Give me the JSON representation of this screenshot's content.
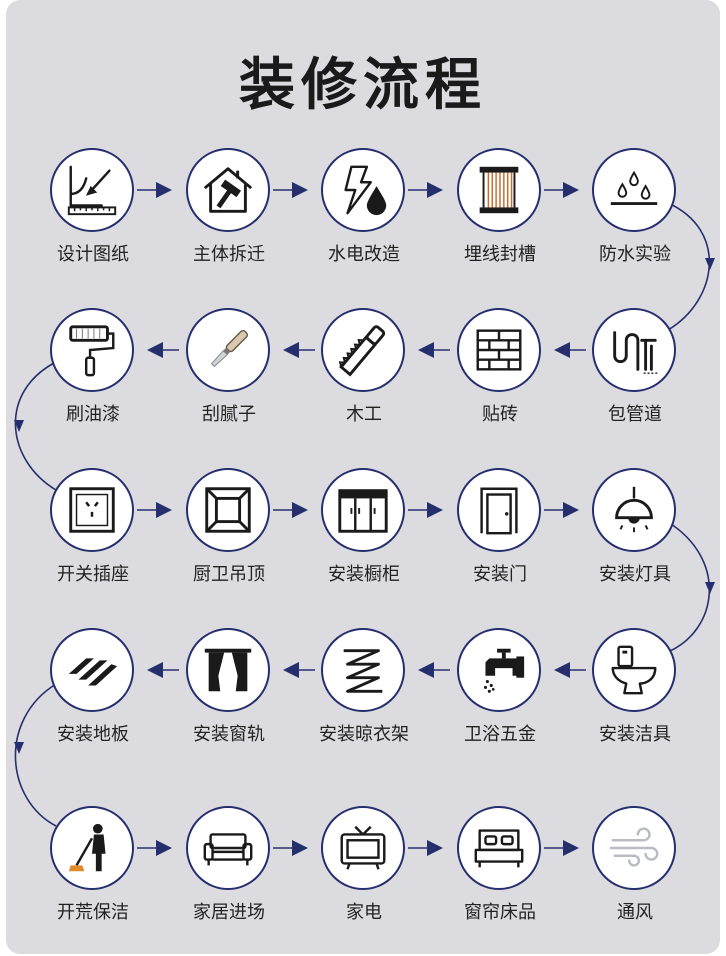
{
  "title": "装修流程",
  "colors": {
    "line": "#262f6e",
    "card": "#dcdce0",
    "circle_border": "#262f6e"
  },
  "steps": [
    {
      "label": "设计图纸",
      "icon": "design-drawing-icon"
    },
    {
      "label": "主体拆迁",
      "icon": "house-hammer-icon"
    },
    {
      "label": "水电改造",
      "icon": "water-electric-icon"
    },
    {
      "label": "埋线封槽",
      "icon": "wire-spool-icon"
    },
    {
      "label": "防水实验",
      "icon": "waterproof-drops-icon"
    },
    {
      "label": "包管道",
      "icon": "pipe-icon"
    },
    {
      "label": "贴砖",
      "icon": "brick-wall-icon"
    },
    {
      "label": "木工",
      "icon": "saw-icon"
    },
    {
      "label": "刮腻子",
      "icon": "chisel-icon"
    },
    {
      "label": "刷油漆",
      "icon": "paint-roller-icon"
    },
    {
      "label": "开关插座",
      "icon": "power-socket-icon"
    },
    {
      "label": "厨卫吊顶",
      "icon": "ceiling-frame-icon"
    },
    {
      "label": "安装橱柜",
      "icon": "cabinet-icon"
    },
    {
      "label": "安装门",
      "icon": "door-icon"
    },
    {
      "label": "安装灯具",
      "icon": "pendant-lamp-icon"
    },
    {
      "label": "安装洁具",
      "icon": "toilet-icon"
    },
    {
      "label": "卫浴五金",
      "icon": "faucet-icon"
    },
    {
      "label": "安装晾衣架",
      "icon": "drying-rack-icon"
    },
    {
      "label": "安装窗轨",
      "icon": "curtain-icon"
    },
    {
      "label": "安装地板",
      "icon": "floor-planks-icon"
    },
    {
      "label": "开荒保洁",
      "icon": "sweeping-person-icon"
    },
    {
      "label": "家居进场",
      "icon": "sofa-icon"
    },
    {
      "label": "家电",
      "icon": "tv-icon"
    },
    {
      "label": "窗帘床品",
      "icon": "bed-icon"
    },
    {
      "label": "通风",
      "icon": "wind-icon"
    }
  ]
}
